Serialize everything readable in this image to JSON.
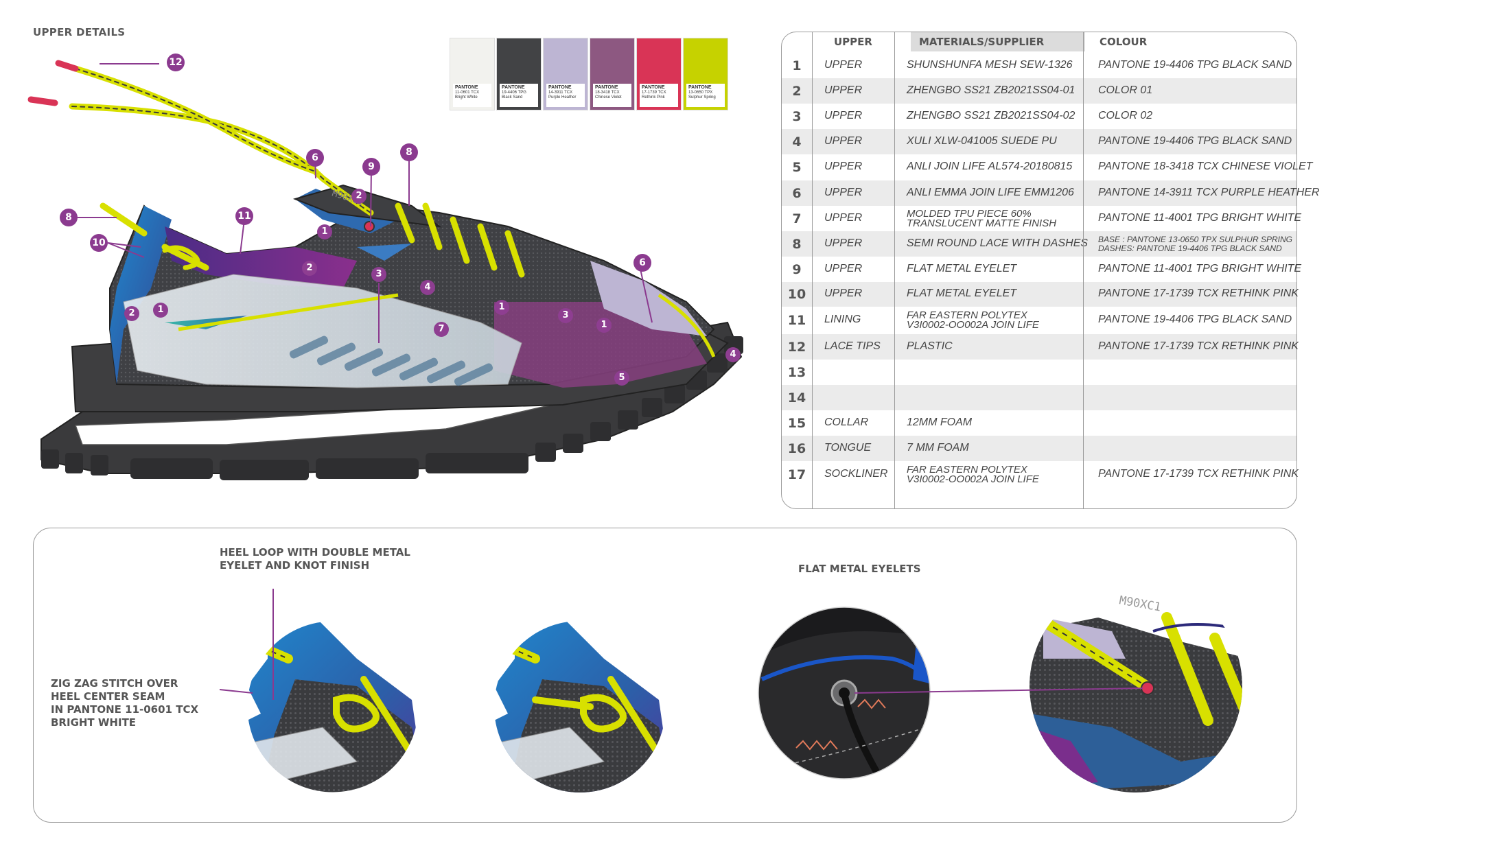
{
  "upper_details_title": "UPPER DETAILS",
  "swatches": [
    {
      "color": "#f2f2ee",
      "brand": "PANTONE",
      "code": "11-0601 TCX",
      "name": "Bright White",
      "dark_text": true
    },
    {
      "color": "#424345",
      "brand": "PANTONE",
      "code": "19-4406 TPG",
      "name": "Black Sand",
      "dark_text": true
    },
    {
      "color": "#bdb5d3",
      "brand": "PANTONE",
      "code": "14-3911 TCX",
      "name": "Purple Heather",
      "dark_text": true
    },
    {
      "color": "#8d5881",
      "brand": "PANTONE",
      "code": "18-3418 TCX",
      "name": "Chinese Violet",
      "dark_text": true
    },
    {
      "color": "#d93456",
      "brand": "PANTONE",
      "code": "17-1739 TCX",
      "name": "Rethink Pink",
      "dark_text": true
    },
    {
      "color": "#c6d200",
      "brand": "PANTONE",
      "code": "13-0650 TPX",
      "name": "Sulphur Spring",
      "dark_text": true
    }
  ],
  "table": {
    "headers": {
      "col1": "UPPER",
      "col2": "MATERIALS/SUPPLIER",
      "col3": "COLOUR"
    },
    "rows": [
      {
        "num": "1",
        "part": "UPPER",
        "material": [
          "SHUNSHUNFA MESH SEW-1326"
        ],
        "colour": [
          "PANTONE 19-4406 TPG BLACK SAND"
        ]
      },
      {
        "num": "2",
        "part": "UPPER",
        "material": [
          "ZHENGBO SS21 ZB2021SS04-01"
        ],
        "colour": [
          "COLOR 01"
        ]
      },
      {
        "num": "3",
        "part": "UPPER",
        "material": [
          "ZHENGBO SS21 ZB2021SS04-02"
        ],
        "colour": [
          "COLOR 02"
        ]
      },
      {
        "num": "4",
        "part": "UPPER",
        "material": [
          "XULI XLW-041005 SUEDE PU"
        ],
        "colour": [
          "PANTONE 19-4406 TPG BLACK SAND"
        ]
      },
      {
        "num": "5",
        "part": "UPPER",
        "material": [
          "ANLI JOIN LIFE  AL574-20180815"
        ],
        "colour": [
          "PANTONE 18-3418 TCX CHINESE VIOLET"
        ]
      },
      {
        "num": "6",
        "part": "UPPER",
        "material": [
          "ANLI EMMA JOIN LIFE EMM1206"
        ],
        "colour": [
          "PANTONE 14-3911 TCX PURPLE HEATHER"
        ]
      },
      {
        "num": "7",
        "part": "UPPER",
        "material": [
          "MOLDED TPU PIECE 60%",
          "TRANSLUCENT MATTE FINISH"
        ],
        "colour": [
          "PANTONE 11-4001 TPG BRIGHT WHITE"
        ]
      },
      {
        "num": "8",
        "part": "UPPER",
        "material": [
          "SEMI ROUND LACE WITH DASHES"
        ],
        "colour": [
          "BASE : PANTONE 13-0650 TPX SULPHUR SPRING",
          "DASHES: PANTONE 19-4406 TPG BLACK SAND"
        ],
        "colour_small": true
      },
      {
        "num": "9",
        "part": "UPPER",
        "material": [
          "FLAT METAL EYELET"
        ],
        "colour": [
          "PANTONE 11-4001 TPG BRIGHT WHITE"
        ]
      },
      {
        "num": "10",
        "part": "UPPER",
        "material": [
          "FLAT METAL EYELET"
        ],
        "colour": [
          "PANTONE 17-1739 TCX RETHINK PINK"
        ]
      },
      {
        "num": "11",
        "part": "LINING",
        "material": [
          "FAR EASTERN POLYTEX",
          "V3I0002-OO002A JOIN LIFE"
        ],
        "colour": [
          "PANTONE 19-4406 TPG BLACK SAND"
        ]
      },
      {
        "num": "12",
        "part": "LACE TIPS",
        "material": [
          "PLASTIC"
        ],
        "colour": [
          "PANTONE 17-1739 TCX RETHINK PINK"
        ]
      },
      {
        "num": "13",
        "part": "",
        "material": [
          ""
        ],
        "colour": [
          ""
        ]
      },
      {
        "num": "14",
        "part": "",
        "material": [
          ""
        ],
        "colour": [
          ""
        ]
      },
      {
        "num": "15",
        "part": "COLLAR",
        "material": [
          " 12MM FOAM"
        ],
        "colour": [
          ""
        ]
      },
      {
        "num": "16",
        "part": "TONGUE",
        "material": [
          " 7 MM FOAM"
        ],
        "colour": [
          ""
        ]
      },
      {
        "num": "17",
        "part": "SOCKLINER",
        "material": [
          "FAR EASTERN POLYTEX",
          "V3I0002-OO002A JOIN LIFE"
        ],
        "colour": [
          "PANTONE 17-1739 TCX RETHINK PINK"
        ]
      }
    ]
  },
  "callouts": [
    "12",
    "6",
    "9",
    "8",
    "8",
    "11",
    "10",
    "6"
  ],
  "inner_labels": [
    "2",
    "1",
    "2",
    "3",
    "4",
    "1",
    "3",
    "1",
    "2",
    "1",
    "7",
    "5",
    "4"
  ],
  "logo_text": "M90XC1",
  "notes": {
    "heel_loop": [
      "HEEL LOOP WITH DOUBLE METAL",
      "EYELET AND KNOT FINISH"
    ],
    "flat_eyelets": "FLAT METAL EYELETS",
    "zigzag": [
      "ZIG ZAG STITCH OVER",
      "HEEL CENTER SEAM",
      "IN PANTONE 11-0601 TCX",
      " BRIGHT WHITE"
    ]
  },
  "colors": {
    "accent_purple": "#8b3a8f",
    "lace_yellow": "#d8e000",
    "pink": "#d93456",
    "black_sand": "#424345"
  }
}
